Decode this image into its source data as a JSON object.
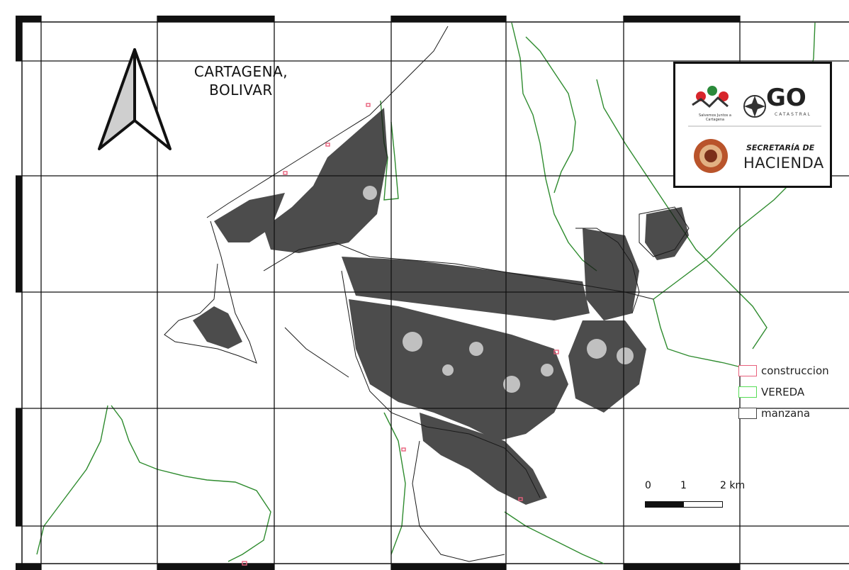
{
  "title": {
    "line1": "CARTAGENA,",
    "line2": "BOLIVAR"
  },
  "logos": {
    "go": "GO",
    "catastral": "CATASTRAL",
    "salvemos": "Salvemos Juntos a Cartagena",
    "secretaria": "SECRETARÍA DE",
    "hacienda": "HACIENDA"
  },
  "legend": {
    "items": [
      {
        "label": "construccion",
        "color": "#e8607c"
      },
      {
        "label": "VEREDA",
        "color": "#55dd55"
      },
      {
        "label": "manzana",
        "color": "#444444"
      }
    ]
  },
  "scale_bar": {
    "labels": [
      "0",
      "1",
      "2 km"
    ]
  },
  "colors": {
    "grid": "#111111",
    "vereda_boundary": "#2e8b2e",
    "manzana": "#1a1a1a",
    "construccion": "#e8607c",
    "frame_border": "#111111"
  },
  "icons": {
    "north_arrow": "north-arrow-icon"
  }
}
